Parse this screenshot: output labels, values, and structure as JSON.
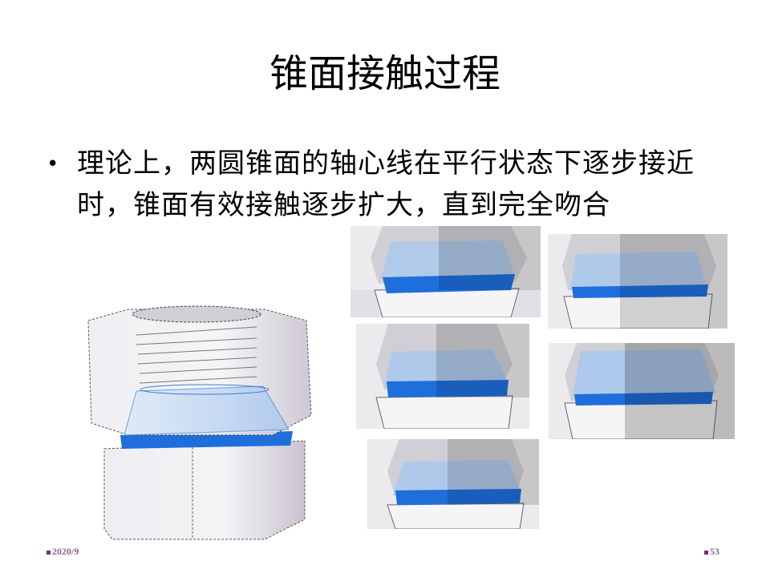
{
  "slide": {
    "title": "锥面接触过程",
    "bullet": "理论上，两圆锥面的轴心线在平行状态下逐步接近时，锥面有效接触逐步扩大，直到完全吻合",
    "footer_date": "2020/9",
    "page_number": "53"
  },
  "colors": {
    "contact_blue": "#1e6fdc",
    "nut_gray": "#d8d8dc",
    "shadow_gray": "#6a6a6a"
  }
}
